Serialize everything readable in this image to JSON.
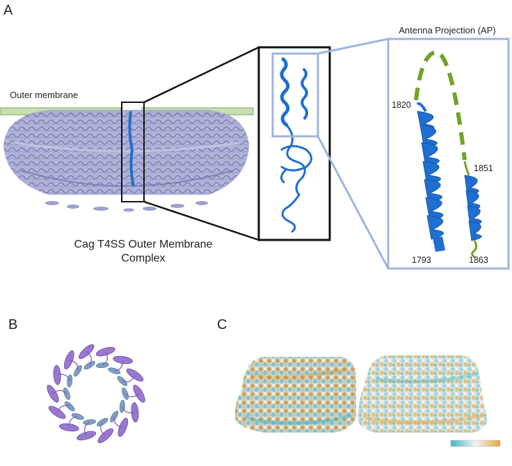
{
  "panels": {
    "a": "A",
    "b": "B",
    "c": "C"
  },
  "labels": {
    "outer_membrane": "Outer membrane",
    "complex_line1": "Cag T4SS Outer Membrane",
    "complex_line2": "Complex",
    "antenna": "Antenna Projection (AP)"
  },
  "residues": {
    "r1820": "1820",
    "r1851": "1851",
    "r1793": "1793",
    "r1863": "1863"
  },
  "colors": {
    "complex": "#8c8fc4",
    "helix_blue": "#1f6fd1",
    "membrane_fill": "#c6e0b4",
    "membrane_stroke": "#7aa35a",
    "loop_green": "#73a22a",
    "zoom_box": "#9fb4de",
    "ring_purple": "#9a78cf",
    "ring_blue": "#7ea0c4",
    "surface_teal": "#3fb6c4",
    "surface_orange": "#e6a640"
  }
}
